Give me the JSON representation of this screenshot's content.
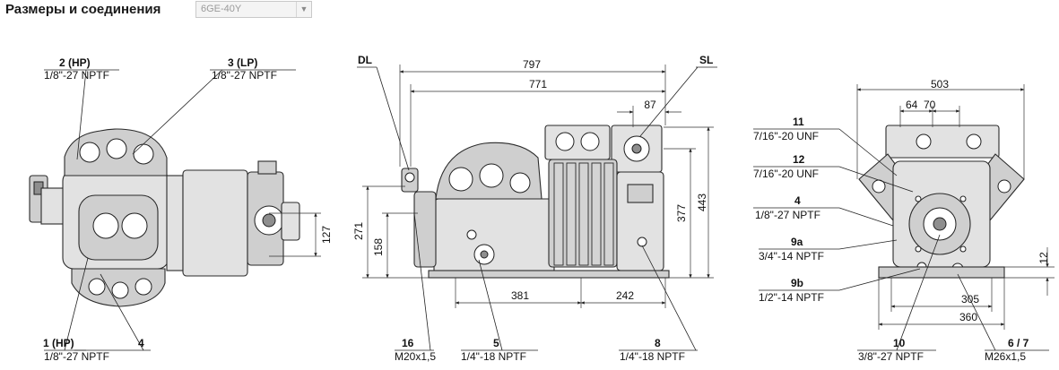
{
  "header": {
    "title": "Размеры и соединения",
    "model_select": {
      "value": "6GE-40Y"
    }
  },
  "views": {
    "top": {
      "labels": [
        {
          "code": "2 (HP)",
          "spec": "1/8\"-27 NPTF"
        },
        {
          "code": "3 (LP)",
          "spec": "1/8\"-27 NPTF"
        },
        {
          "code": "1 (HP)",
          "spec": "1/8\"-27 NPTF"
        },
        {
          "code": "4",
          "spec": ""
        }
      ],
      "dims": {
        "d127": "127"
      }
    },
    "side": {
      "labels": [
        {
          "code": "DL"
        },
        {
          "code": "SL"
        },
        {
          "code": "16",
          "spec": "M20x1,5"
        },
        {
          "code": "5",
          "spec": "1/4\"-18 NPTF"
        },
        {
          "code": "8",
          "spec": "1/4\"-18 NPTF"
        }
      ],
      "dims": {
        "d797": "797",
        "d771": "771",
        "d87": "87",
        "d377": "377",
        "d443": "443",
        "d271": "271",
        "d158": "158",
        "d381": "381",
        "d242": "242"
      }
    },
    "front": {
      "labels": [
        {
          "code": "11",
          "spec": "7/16\"-20 UNF"
        },
        {
          "code": "12",
          "spec": "7/16\"-20 UNF"
        },
        {
          "code": "4",
          "spec": "1/8\"-27 NPTF"
        },
        {
          "code": "9a",
          "spec": "3/4\"-14 NPTF"
        },
        {
          "code": "9b",
          "spec": "1/2\"-14 NPTF"
        },
        {
          "code": "10",
          "spec": "3/8\"-27 NPTF"
        },
        {
          "code": "6 / 7",
          "spec": "M26x1,5"
        }
      ],
      "dims": {
        "d503": "503",
        "d64": "64",
        "d70": "70",
        "d12": "12",
        "d305": "305",
        "d360": "360"
      }
    }
  }
}
